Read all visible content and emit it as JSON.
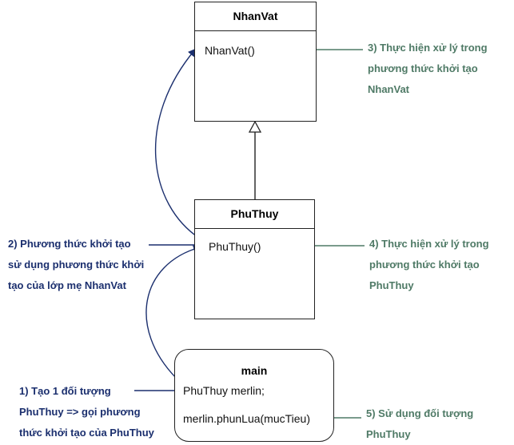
{
  "classes": {
    "nhanvat": {
      "name": "NhanVat",
      "method": "NhanVat()"
    },
    "phuthuy": {
      "name": "PhuThuy",
      "method": "PhuThuy()"
    }
  },
  "main": {
    "title": "main",
    "line1": "PhuThuy merlin;",
    "line2": "merlin.phunLua(mucTieu)"
  },
  "notes": {
    "note1": [
      "1) Tạo 1 đối tượng",
      "PhuThuy => gọi phương",
      "thức khởi tạo của PhuThuy"
    ],
    "note2": [
      "2) Phương thức khởi tạo",
      "sử dụng phương thức khởi",
      "tạo của lớp mẹ NhanVat"
    ],
    "note3": [
      "3) Thực hiện xử lý trong",
      "phương thức khởi tạo",
      "NhanVat"
    ],
    "note4": [
      "4) Thực hiện xử lý trong",
      "phương thức khởi tạo",
      "PhuThuy"
    ],
    "note5": [
      "5) Sử dụng đối tượng",
      "PhuThuy"
    ]
  },
  "colors": {
    "left_note": "#1b2f6e",
    "right_note": "#4f7a66",
    "arrow": "#1b2f6e",
    "connector": "#4f7a66"
  }
}
